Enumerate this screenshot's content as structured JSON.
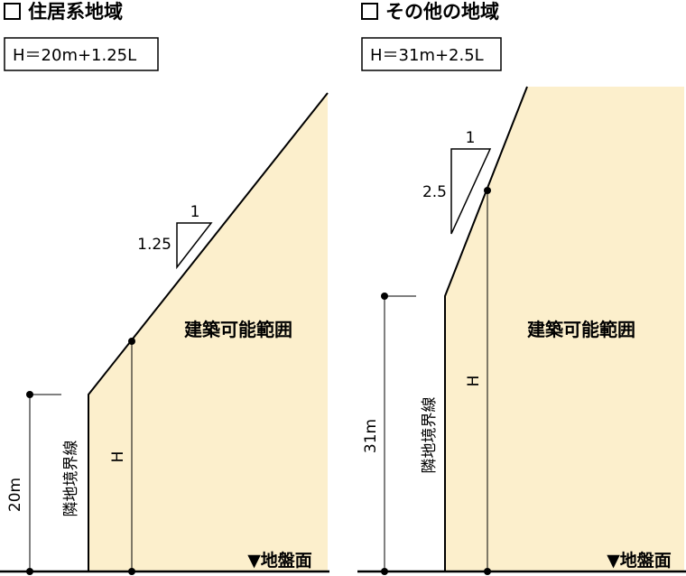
{
  "panels": [
    {
      "title": "住居系地域",
      "formula": "H＝20m+1.25L",
      "slope_run": "1",
      "slope_rise": "1.25",
      "height_label": "20m",
      "height_symbol": "H",
      "boundary_label": "隣地境界線",
      "buildable_label": "建築可能範囲",
      "ground_label": "▼地盤面"
    },
    {
      "title": "その他の地域",
      "formula": "H＝31m+2.5L",
      "slope_run": "1",
      "slope_rise": "2.5",
      "height_label": "31m",
      "height_symbol": "H",
      "boundary_label": "隣地境界線",
      "buildable_label": "建築可能範囲",
      "ground_label": "▼地盤面"
    }
  ],
  "colors": {
    "buildable_fill": "#fcefcc",
    "line": "#000000",
    "background": "#ffffff"
  }
}
